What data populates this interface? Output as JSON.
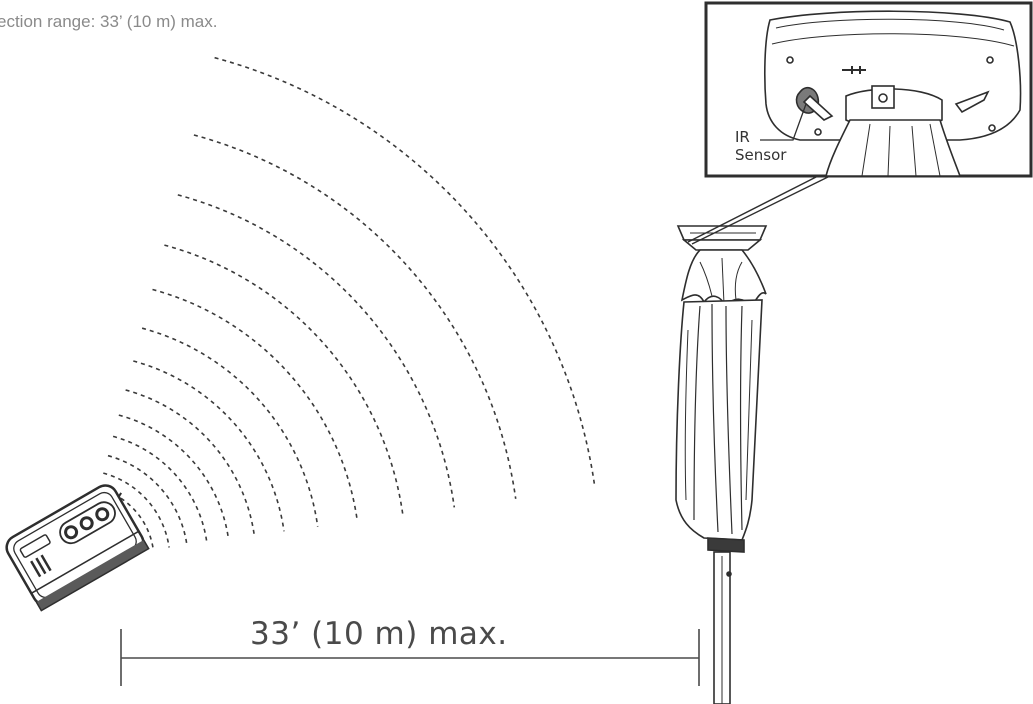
{
  "caption": "ection range: 33’ (10 m) max.",
  "range_label": "33’ (10 m) max.",
  "inset": {
    "sensor_label_line1": "IR",
    "sensor_label_line2": "Sensor"
  },
  "icons": {
    "remote": "remote-control-icon",
    "umbrella": "closed-umbrella-icon",
    "sensor": "ir-sensor-icon"
  },
  "colors": {
    "line": "#3a3a3a",
    "caption": "#8a8a8a",
    "background": "#ffffff"
  }
}
